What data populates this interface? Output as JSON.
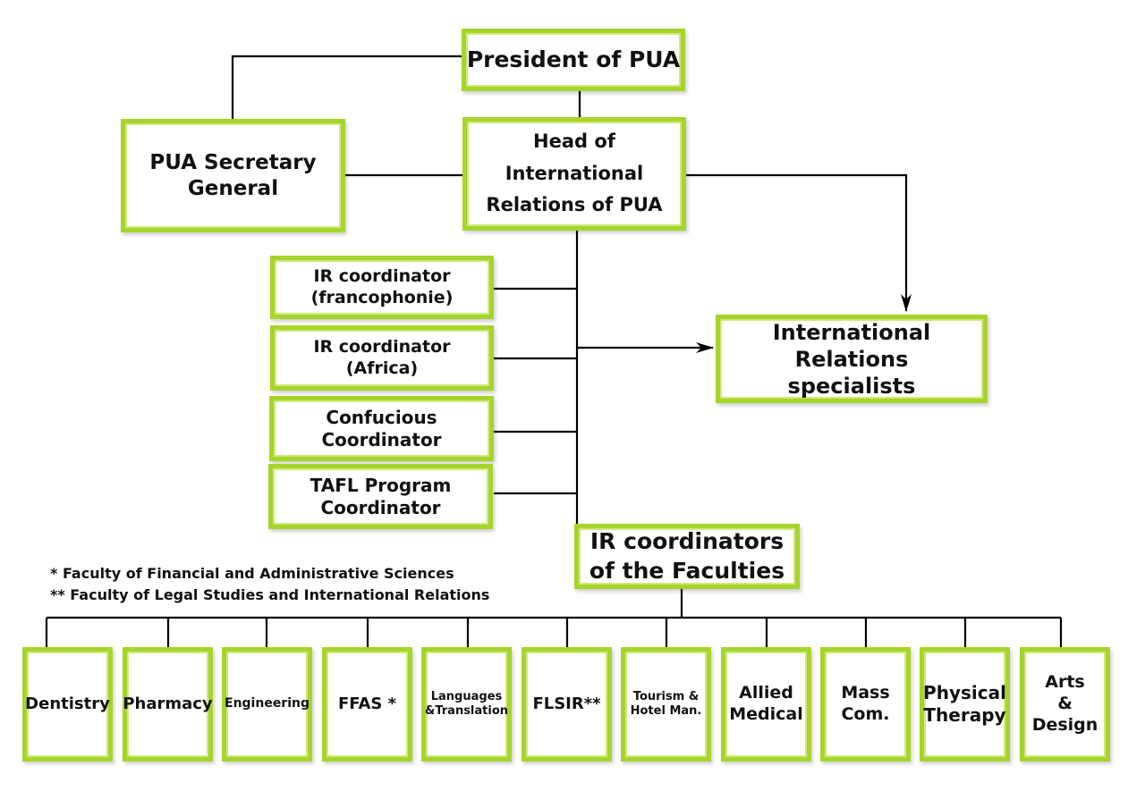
{
  "president": "President of PUA",
  "secretary": [
    "PUA Secretary",
    "General"
  ],
  "head": [
    "Head of",
    "International",
    "Relations of PUA"
  ],
  "specialists": [
    "International Relations",
    "specialists"
  ],
  "coordinators": [
    [
      "IR coordinator",
      "(francophonie)"
    ],
    [
      "IR coordinator",
      "(Africa)"
    ],
    [
      "Confucious",
      "Coordinator"
    ],
    [
      "TAFL Program",
      "Coordinator"
    ]
  ],
  "faculties_coord": [
    "IR coordinators",
    "of the Faculties"
  ],
  "notes": [
    "*   Faculty of Financial and Administrative Sciences",
    "** Faculty of Legal Studies and International Relations"
  ],
  "faculties": [
    [
      "Dentistry"
    ],
    [
      "Pharmacy"
    ],
    [
      "Engineering"
    ],
    [
      "FFAS *"
    ],
    [
      "Languages",
      "&Translation"
    ],
    [
      "FLSIR**"
    ],
    [
      "Tourism &",
      "Hotel Man."
    ],
    [
      "Allied",
      "Medical"
    ],
    [
      "Mass",
      "Com."
    ],
    [
      "Physical",
      "Therapy"
    ],
    [
      "Arts",
      "& Design"
    ]
  ],
  "colors": {
    "border": "#a6d42c",
    "line": "#000000"
  }
}
